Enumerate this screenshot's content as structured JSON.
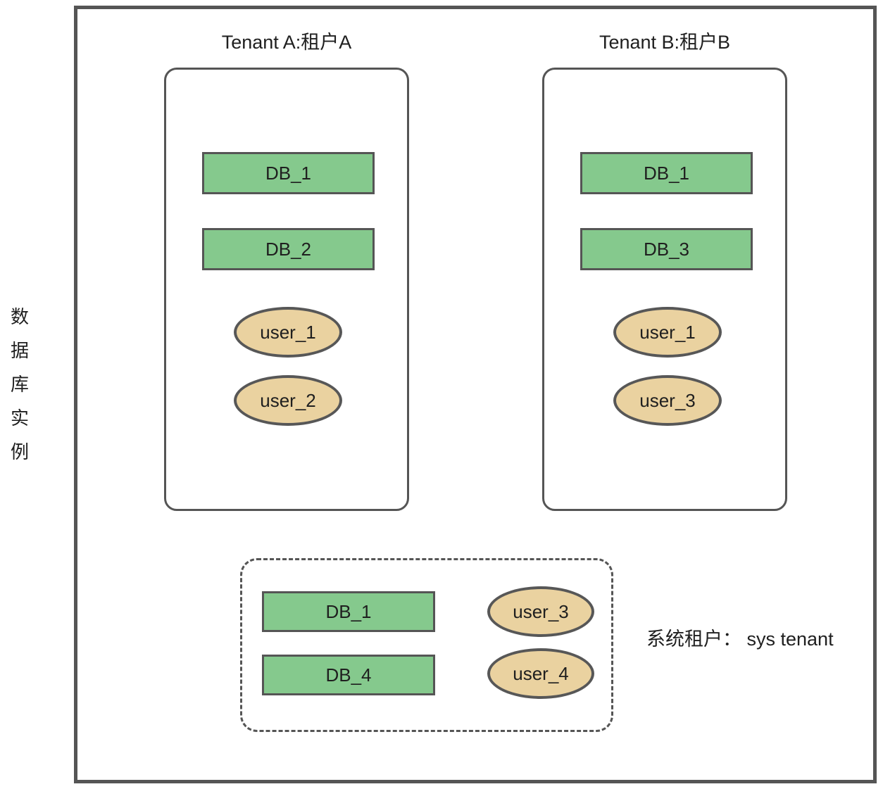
{
  "diagram": {
    "instance_label": {
      "chars": [
        "数",
        "据",
        "库",
        "实",
        "例"
      ],
      "text": "数据库实例"
    },
    "tenants": [
      {
        "title": "Tenant A:租户A",
        "dbs": [
          "DB_1",
          "DB_2"
        ],
        "users": [
          "user_1",
          "user_2"
        ]
      },
      {
        "title": "Tenant B:租户B",
        "dbs": [
          "DB_1",
          "DB_3"
        ],
        "users": [
          "user_1",
          "user_3"
        ]
      }
    ],
    "sys_tenant": {
      "label": "系统租户： sys tenant",
      "dbs": [
        "DB_1",
        "DB_4"
      ],
      "users": [
        "user_3",
        "user_4"
      ]
    },
    "colors": {
      "line": "#555555",
      "db_fill": "#85c98d",
      "db_border": "#555555",
      "user_fill": "#ead2a0",
      "user_border": "#575757",
      "text": "#1f1f1f",
      "bg": "#ffffff"
    }
  }
}
